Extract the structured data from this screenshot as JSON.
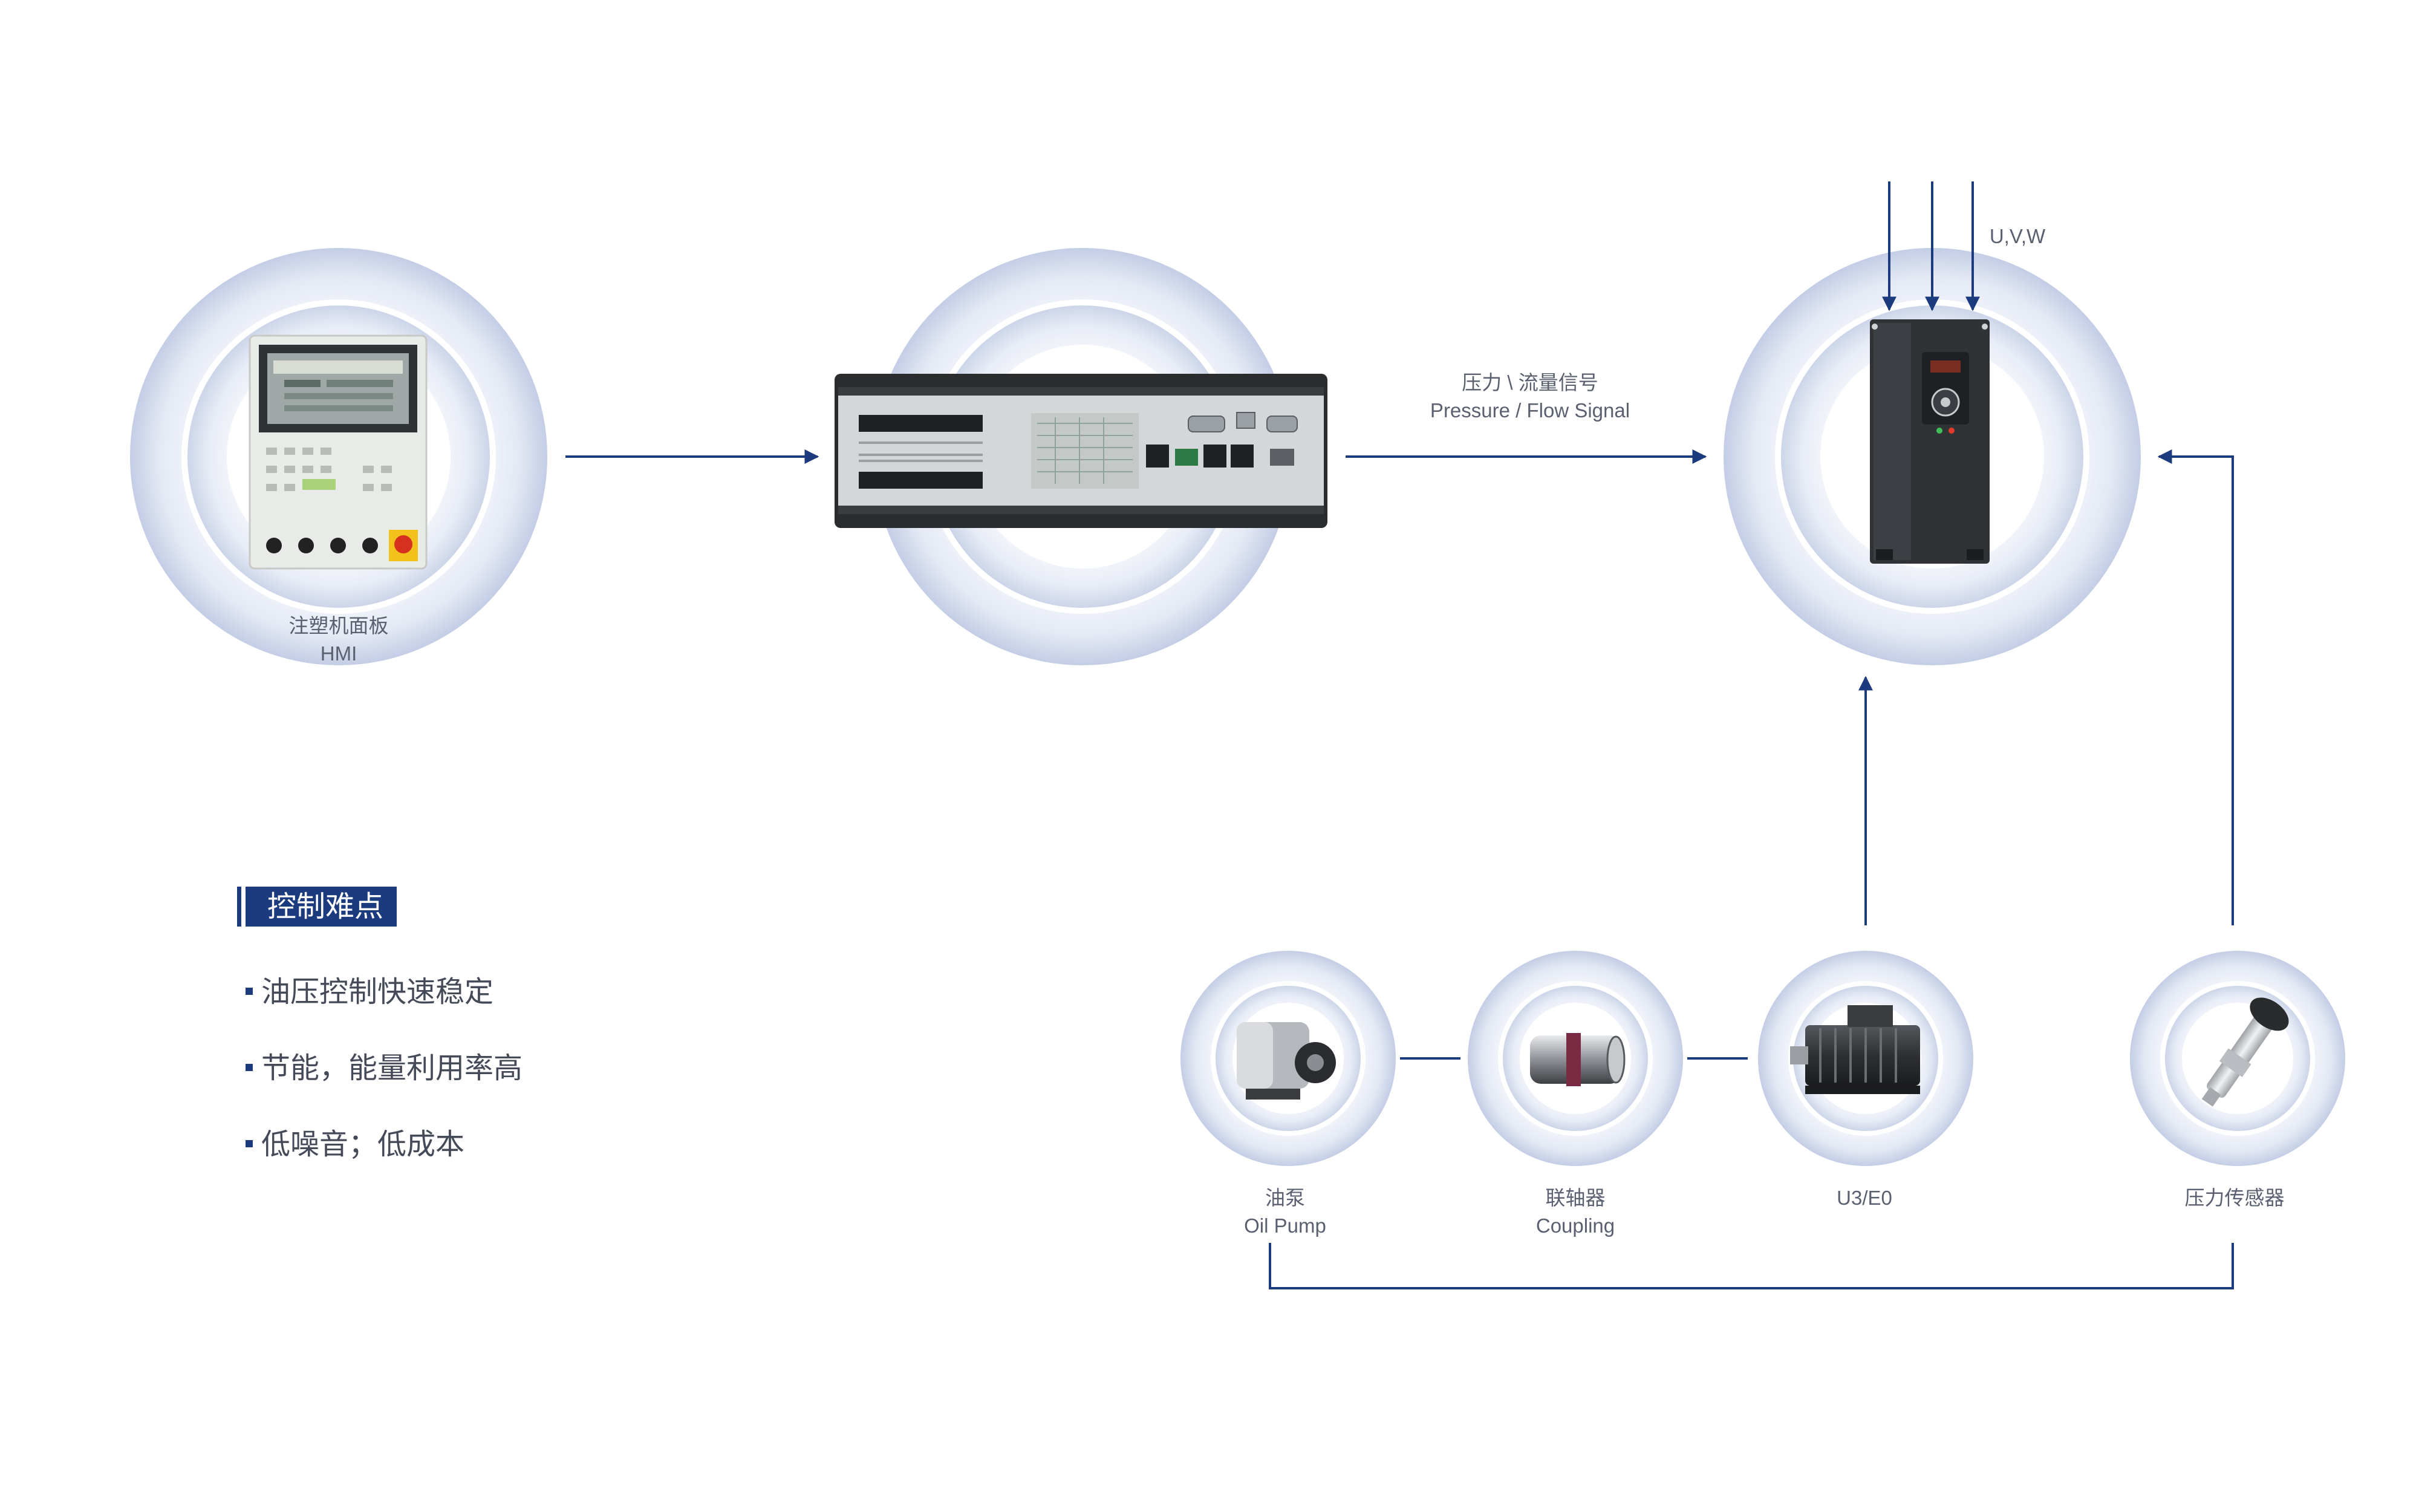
{
  "nodes": {
    "hmi": {
      "label_cn": "注塑机面板",
      "label_en": "HMI"
    },
    "controller": {},
    "inverter": {},
    "oil_pump": {
      "label_cn": "油泵",
      "label_en": "Oil Pump"
    },
    "coupling": {
      "label_cn": "联轴器",
      "label_en": "Coupling"
    },
    "motor": {
      "label_cn": "U3/E0"
    },
    "pressure_sensor": {
      "label_cn": "压力传感器"
    }
  },
  "signal_label": {
    "cn": "压力 \\ 流量信号",
    "en": "Pressure / Flow Signal"
  },
  "power_label": "U,V,W",
  "challenges": {
    "title": "控制难点",
    "items": [
      "油压控制快速稳定",
      "节能，能量利用率高",
      "低噪音；低成本"
    ]
  },
  "colors": {
    "accent": "#1c3a7e",
    "halo": "#c9d2e8",
    "label": "#5b6070"
  }
}
